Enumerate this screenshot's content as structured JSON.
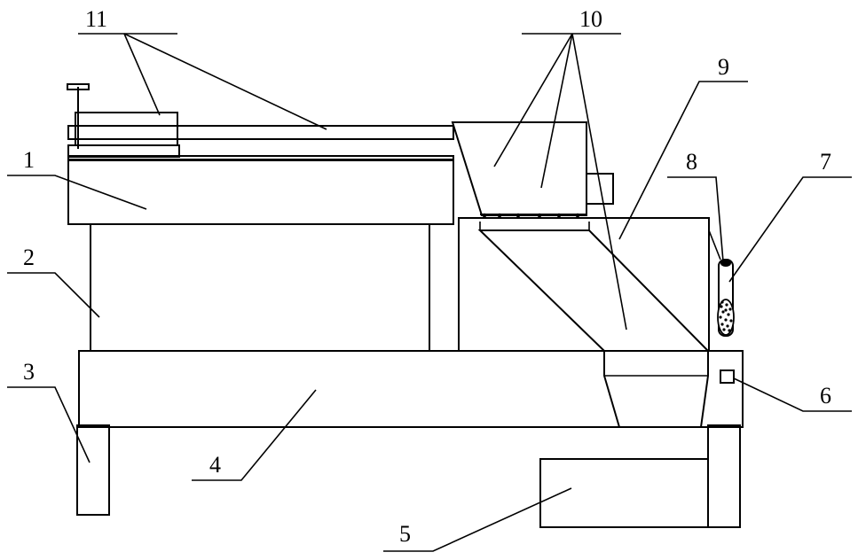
{
  "diagram": {
    "labels": {
      "l1": "1",
      "l2": "2",
      "l3": "3",
      "l4": "4",
      "l5": "5",
      "l6": "6",
      "l7": "7",
      "l8": "8",
      "l9": "9",
      "l10": "10",
      "l11": "11"
    }
  }
}
